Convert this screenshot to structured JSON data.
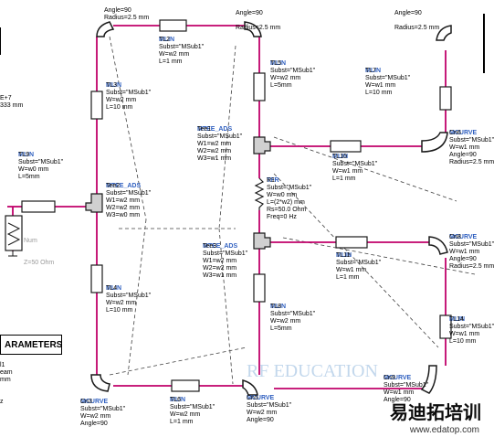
{
  "params_button": "ARAMETERS",
  "colors": {
    "wire": "#c0006a",
    "component": "#3a8fb0",
    "dash": "#404040",
    "label_blue": "#3060c0"
  },
  "components": {
    "tl2": {
      "type": "MLIN",
      "name": "TL2",
      "subst": "Subst=\"MSub1\"",
      "w": "W=w2 mm",
      "l": "L=1 mm"
    },
    "tl3": {
      "type": "MLIN",
      "name": "TL3",
      "subst": "Subst=\"MSub1\"",
      "w": "W=w2 mm",
      "l": "L=10 mm"
    },
    "tl4": {
      "type": "MLIN",
      "name": "TL4",
      "subst": "Subst=\"MSub1\"",
      "w": "W=w2 mm",
      "l": "L=10 mm"
    },
    "tl5": {
      "type": "MLIN",
      "name": "TL5",
      "subst": "Subst=\"MSub1\"",
      "w": "W=w2 mm",
      "l": "L=5mm"
    },
    "tl6": {
      "type": "MLIN",
      "name": "TL6",
      "subst": "Subst=\"MSub1\"",
      "w": "W=w2 mm",
      "l": "L=1 mm"
    },
    "tl7": {
      "type": "MLIN",
      "name": "TL7",
      "subst": "Subst=\"MSub1\"",
      "w": "W=w1 mm",
      "l": "L=10 mm"
    },
    "tl8": {
      "type": "MLIN",
      "name": "TL8",
      "subst": "Subst=\"MSub1\"",
      "w": "W=w2 mm",
      "l": "L=5mm"
    },
    "tl9": {
      "type": "MLIN",
      "name": "TL9",
      "subst": "Subst=\"MSub1\"",
      "w": "W=w0 mm",
      "l": "L=5mm"
    },
    "tl10": {
      "type": "MLIN",
      "name": "TL10",
      "subst": "Subst=\"MSub1\"",
      "w": "W=w1 mm",
      "l": "L=1 mm"
    },
    "tl11": {
      "type": "MLIN",
      "name": "TL11",
      "subst": "Subst=\"MSub1\"",
      "w": "W=w1 mm",
      "l": "L=1 mm"
    },
    "tl14": {
      "type": "MLIN",
      "name": "TL14",
      "subst": "Subst=\"MSub1\"",
      "w": "W=w1 mm",
      "l": "L=10 mm"
    },
    "tee1": {
      "type": "MTEE_ADS",
      "name": "Tee1",
      "subst": "Subst=\"MSub1\"",
      "w1": "W1=w2 mm",
      "w2": "W2=w2 mm",
      "w3": "W3=w1 mm"
    },
    "tee2": {
      "type": "MTEE_ADS",
      "name": "Tee2",
      "subst": "Subst=\"MSub1\"",
      "w1": "W1=w2 mm",
      "w2": "W2=w2 mm",
      "w3": "W3=w0 mm"
    },
    "tee3": {
      "type": "MTEE_ADS",
      "name": "Tee3",
      "subst": "Subst=\"MSub1\"",
      "w1": "W1=w2 mm",
      "w2": "W2=w2 mm",
      "w3": "W3=w1 mm"
    },
    "r1": {
      "type": "TFR",
      "name": "R1",
      "subst": "Subst=\"MSub1\"",
      "w": "W=w0 mm",
      "l": "L=(2*w2) mm",
      "rs": "Rs=50.0 Ohm",
      "freq": "Freq=0 Hz"
    },
    "crv_tl": {
      "angle": "Angle=90",
      "radius": "Radius=2.5 mm"
    },
    "crv_tr": {
      "angle": "Angle=90",
      "radius": "Radius=2.5 mm"
    },
    "crv_top_right": {
      "angle": "Angle=90",
      "radius": "Radius=2.5 mm"
    },
    "cn6": {
      "type": "MCURVE",
      "name": "Cn6",
      "subst": "Subst=\"MSub1\"",
      "w": "W=w1 mm",
      "angle": "Angle=90",
      "radius": "Radius=2.5 mm"
    },
    "cn8": {
      "type": "MCURVE",
      "name": "Cn8",
      "subst": "Subst=\"MSub1\"",
      "w": "W=w1 mm",
      "angle": "Angle=90",
      "radius": "Radius=2.5 mm"
    },
    "cn3": {
      "type": "MCURVE",
      "name": "Cn3",
      "subst": "Subst=\"MSub1\"",
      "w": "W=w2 mm",
      "angle": "Angle=90"
    },
    "cn5": {
      "type": "MCURVE",
      "name": "Cn5",
      "subst": "Subst=\"MSub1\"",
      "w": "W=w2 mm",
      "angle": "Angle=90"
    },
    "cn9": {
      "type": "MCURVE",
      "name": "Cn9",
      "subst": "Subst=\"MSub1\"",
      "w": "W=w1 mm",
      "angle": "Angle=90"
    }
  },
  "left_fragments": {
    "a": "E+7",
    "b": "333 mm",
    "c": "l1",
    "d": "eam",
    "e": "mm",
    "f": "z"
  },
  "term": {
    "l1": "Num",
    "l2": "Z=50 Ohm"
  },
  "watermark": {
    "main": "易迪拓培训",
    "sub": "www.edatop.com",
    "faint": "RF EDUCATION"
  }
}
